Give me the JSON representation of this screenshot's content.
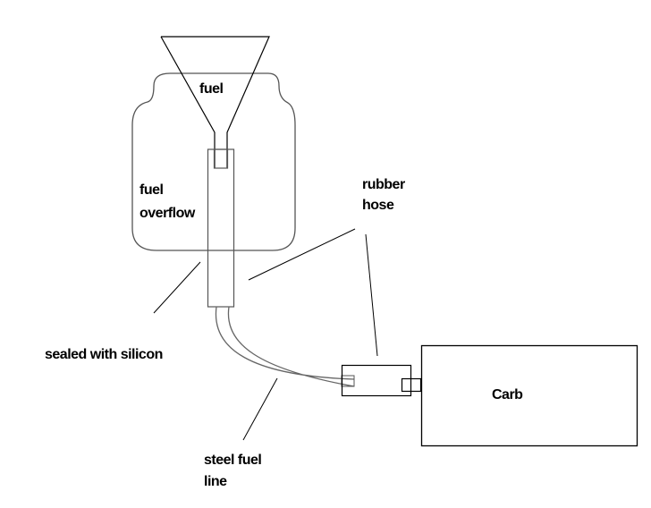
{
  "labels": {
    "funnel": "fuel",
    "tank_line1": "fuel",
    "tank_line2": "overflow",
    "hose_line1": "rubber",
    "hose_line2": "hose",
    "seal": "sealed with silicon",
    "steel_line1": "steel fuel",
    "steel_line2": "line",
    "carb": "Carb"
  },
  "colors": {
    "stroke": "#000000",
    "hose": "#555555",
    "background": "#ffffff"
  }
}
